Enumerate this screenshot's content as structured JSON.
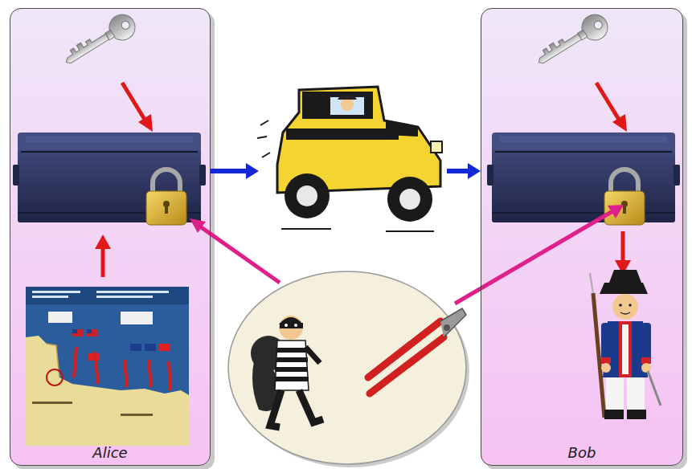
{
  "diagram": {
    "nodes": [
      {
        "text": [
          "Alice"
        ]
      },
      {
        "text": [
          "Bob"
        ]
      }
    ],
    "edges": [
      {
        "from": 0,
        "to": 1,
        "arrow": "to"
      }
    ]
  }
}
